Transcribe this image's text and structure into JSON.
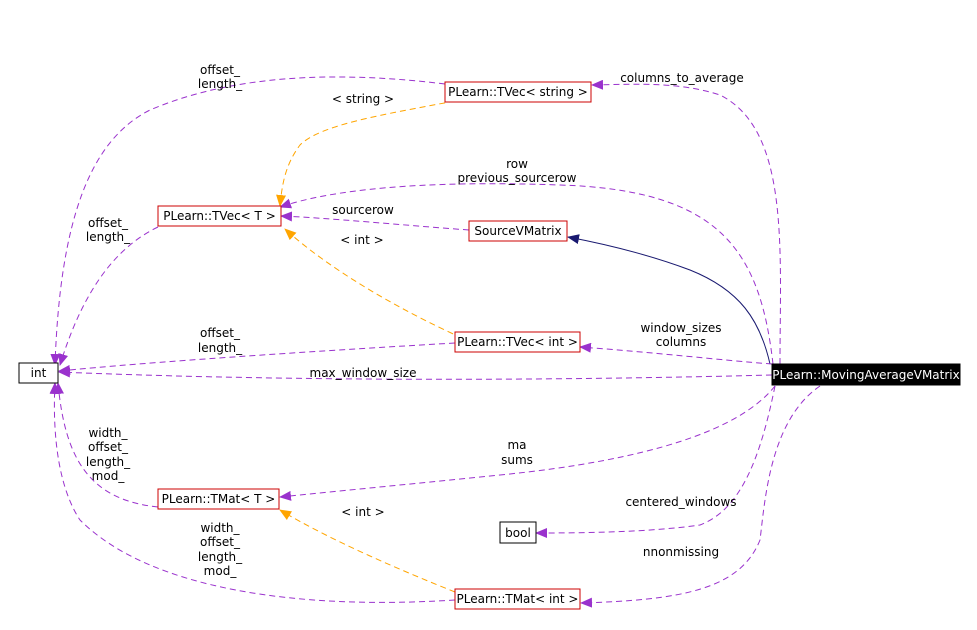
{
  "colors": {
    "member_edge": "#9a32cd",
    "template_edge": "#ffa500",
    "inherit_edge": "#191970",
    "class_border": "#cc0000",
    "builtin_border": "#000000",
    "focus_fill": "#000000",
    "focus_text": "#ffffff"
  },
  "nodes": {
    "int": "int",
    "bool": "bool",
    "tvec_string": "PLearn::TVec< string >",
    "tvec_t": "PLearn::TVec< T >",
    "source_vmatrix": "SourceVMatrix",
    "tvec_int": "PLearn::TVec< int >",
    "moving_average": "PLearn::MovingAverageVMatrix",
    "tmat_t": "PLearn::TMat< T >",
    "tmat_int": "PLearn::TMat< int >"
  },
  "labels": {
    "offset_length_top": [
      "offset_",
      "length_"
    ],
    "string_tmpl": "< string >",
    "columns_to_average": "columns_to_average",
    "row_prev": [
      "row",
      "previous_sourcerow"
    ],
    "sourcerow": "sourcerow",
    "offset_length_tvec_t": [
      "offset_",
      "length_"
    ],
    "int_tmpl_vec": "< int >",
    "offset_length_tvec_int": [
      "offset_",
      "length_"
    ],
    "window_sizes_columns": [
      "window_sizes",
      "columns"
    ],
    "max_window_size": "max_window_size",
    "wolm_tmat_t": [
      "width_",
      "offset_",
      "length_",
      "mod_"
    ],
    "ma_sums": [
      "ma",
      "sums"
    ],
    "centered_windows": "centered_windows",
    "int_tmpl_mat": "< int >",
    "wolm_tmat_int": [
      "width_",
      "offset_",
      "length_",
      "mod_"
    ],
    "nnonmissing": "nnonmissing"
  }
}
